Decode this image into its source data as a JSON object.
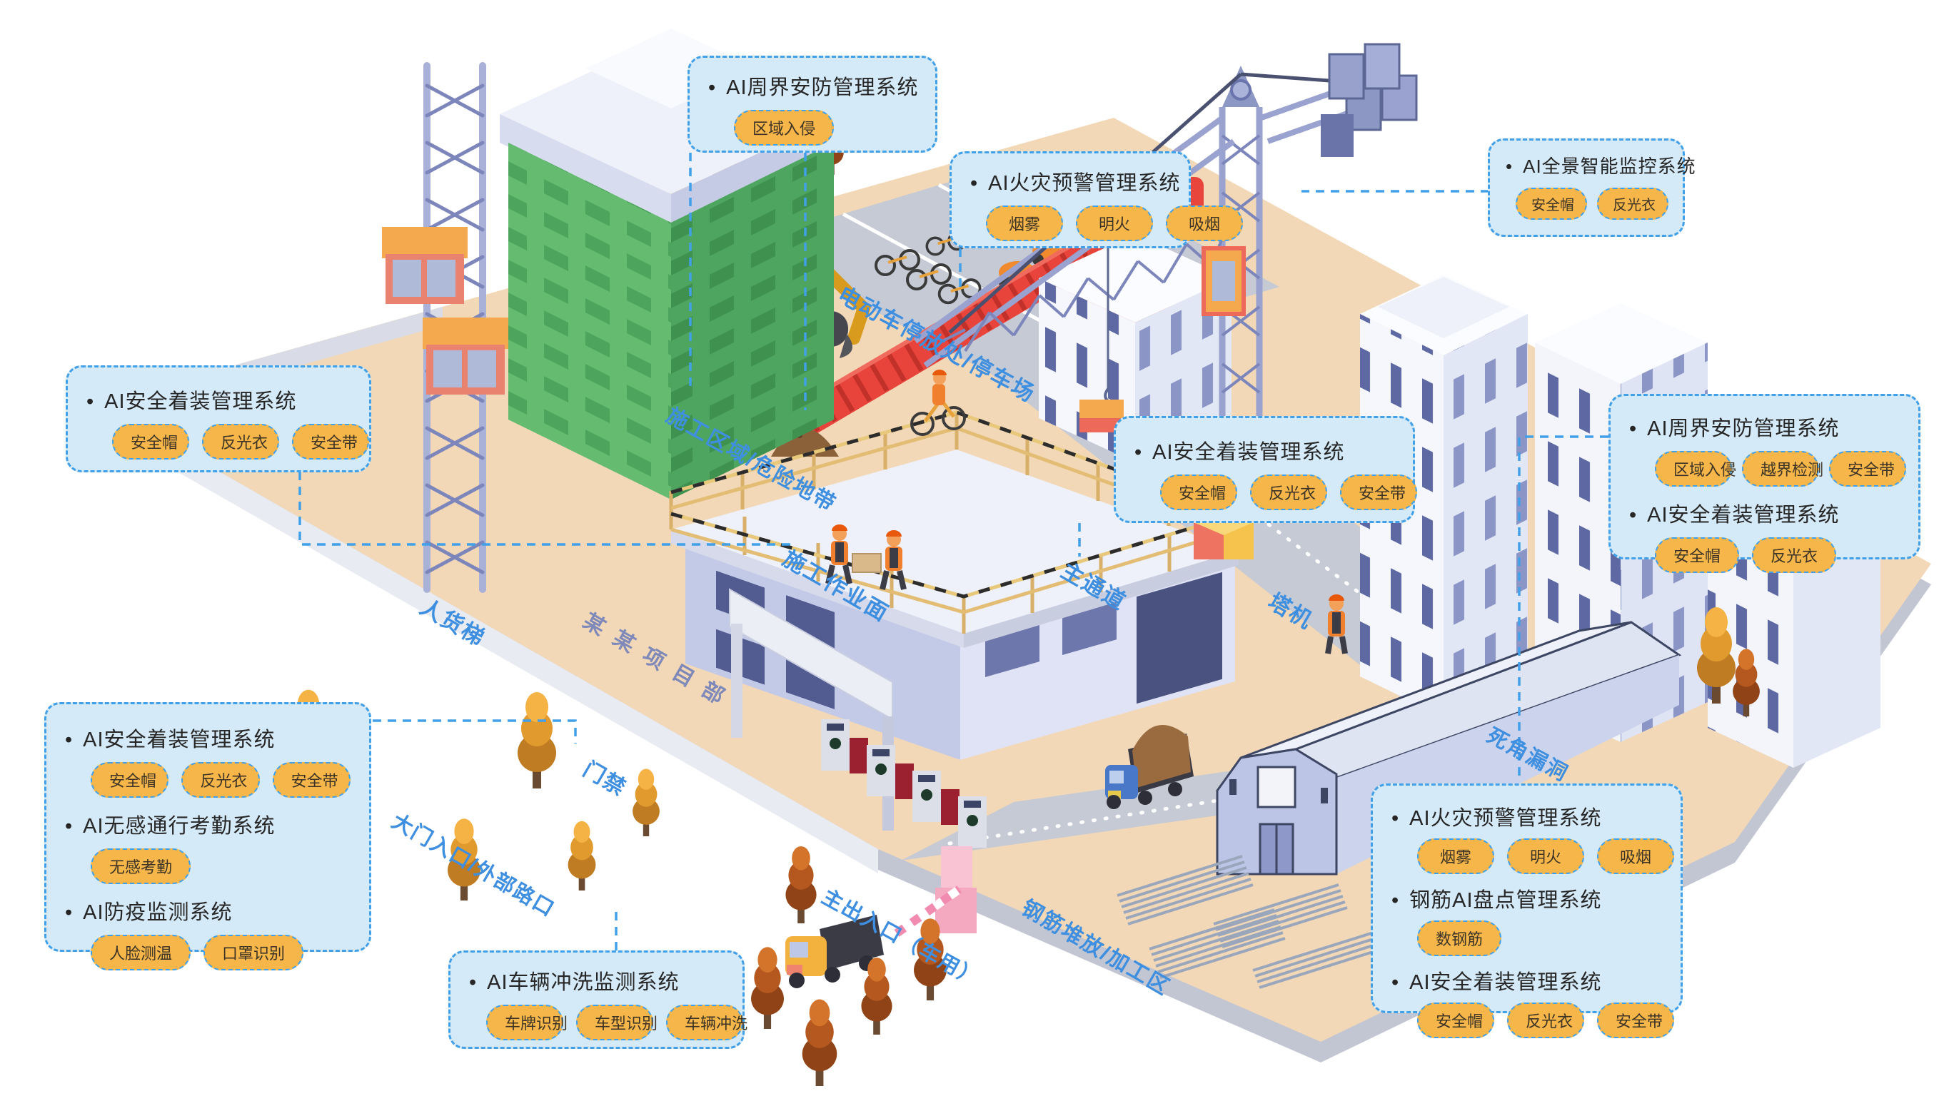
{
  "ui": {
    "bullet": "•"
  },
  "colors": {
    "callout_bg": "#d5eaf8",
    "callout_border": "#41a0e8",
    "tag_bg": "#f7b64a",
    "tag_text": "#3d3426",
    "title_text": "#262626",
    "site_label_blue": "#3f8fe0",
    "gate_sign_text": "#7e89ba",
    "connector": "#41a0e8",
    "ground_tan": "#f2d8b6",
    "road_gray": "#c6cad4",
    "green_building": "#65bb70",
    "crane_lavender": "#9aa3cf"
  },
  "callouts": {
    "perimeter_top": {
      "title": "AI周界安防管理系统",
      "tags": [
        "区域入侵"
      ]
    },
    "fire_top": {
      "title": "AI火灾预警管理系统",
      "tags": [
        "烟雾",
        "明火",
        "吸烟"
      ]
    },
    "panoramic": {
      "title": "AI全景智能监控系统",
      "tags": [
        "安全帽",
        "反光衣"
      ]
    },
    "attire_left": {
      "title": "AI安全着装管理系统",
      "tags": [
        "安全帽",
        "反光衣",
        "安全带"
      ]
    },
    "attire_mid": {
      "title": "AI安全着装管理系统",
      "tags": [
        "安全帽",
        "反光衣",
        "安全带"
      ]
    },
    "right_double": {
      "systems": [
        {
          "title": "AI周界安防管理系统",
          "tags": [
            "区域入侵",
            "越界检测",
            "安全带"
          ]
        },
        {
          "title": "AI安全着装管理系统",
          "tags": [
            "安全帽",
            "反光衣"
          ]
        }
      ]
    },
    "left_triple": {
      "systems": [
        {
          "title": "AI安全着装管理系统",
          "tags": [
            "安全帽",
            "反光衣",
            "安全带"
          ]
        },
        {
          "title": "AI无感通行考勤系统",
          "tags": [
            "无感考勤"
          ]
        },
        {
          "title": "AI防疫监测系统",
          "tags": [
            "人脸测温",
            "口罩识别"
          ]
        }
      ]
    },
    "vehicle_wash": {
      "title": "AI车辆冲洗监测系统",
      "tags": [
        "车牌识别",
        "车型识别",
        "车辆冲洗"
      ]
    },
    "right_triple": {
      "systems": [
        {
          "title": "AI火灾预警管理系统",
          "tags": [
            "烟雾",
            "明火",
            "吸烟"
          ]
        },
        {
          "title": "钢筋AI盘点管理系统",
          "tags": [
            "数钢筋"
          ]
        },
        {
          "title": "AI安全着装管理系统",
          "tags": [
            "安全帽",
            "反光衣",
            "安全带"
          ]
        }
      ]
    }
  },
  "site_labels": [
    {
      "text": "电动车停放处/停车场"
    },
    {
      "text": "施工区域/危险地带"
    },
    {
      "text": "施工作业面"
    },
    {
      "text": "主通道"
    },
    {
      "text": "塔机"
    },
    {
      "text": "人货梯"
    },
    {
      "text": "某某项目部"
    },
    {
      "text": "门禁"
    },
    {
      "text": "大门入口/外部路口"
    },
    {
      "text": "主出入口（车用）"
    },
    {
      "text": "钢筋堆放/加工区"
    },
    {
      "text": "死角漏洞"
    }
  ]
}
